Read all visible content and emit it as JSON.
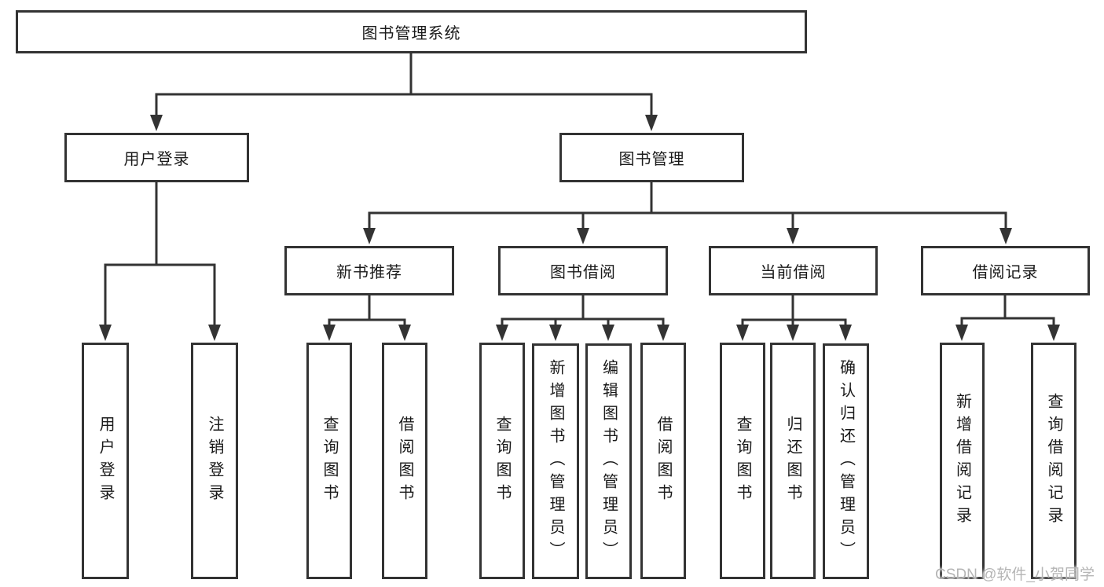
{
  "diagram": {
    "root": {
      "label": "图书管理系统"
    },
    "branches": [
      {
        "label": "用户登录",
        "children": [
          {
            "label": "用户登录"
          },
          {
            "label": "注销登录"
          }
        ]
      },
      {
        "label": "图书管理",
        "children": [
          {
            "label": "新书推荐",
            "children": [
              {
                "label": "查询图书"
              },
              {
                "label": "借阅图书"
              }
            ]
          },
          {
            "label": "图书借阅",
            "children": [
              {
                "label": "查询图书"
              },
              {
                "label": "新增图书（管理员）"
              },
              {
                "label": "编辑图书（管理员）"
              },
              {
                "label": "借阅图书"
              }
            ]
          },
          {
            "label": "当前借阅",
            "children": [
              {
                "label": "查询图书"
              },
              {
                "label": "归还图书"
              },
              {
                "label": "确认归还（管理员）"
              }
            ]
          },
          {
            "label": "借阅记录",
            "children": [
              {
                "label": "新增借阅记录"
              },
              {
                "label": "查询借阅记录"
              }
            ]
          }
        ]
      }
    ],
    "watermark": "CSDN @软件_小贺同学",
    "colors": {
      "line": "#333333",
      "text": "#1a1a1a",
      "watermark": "#b5b5b5",
      "background": "#ffffff"
    }
  }
}
